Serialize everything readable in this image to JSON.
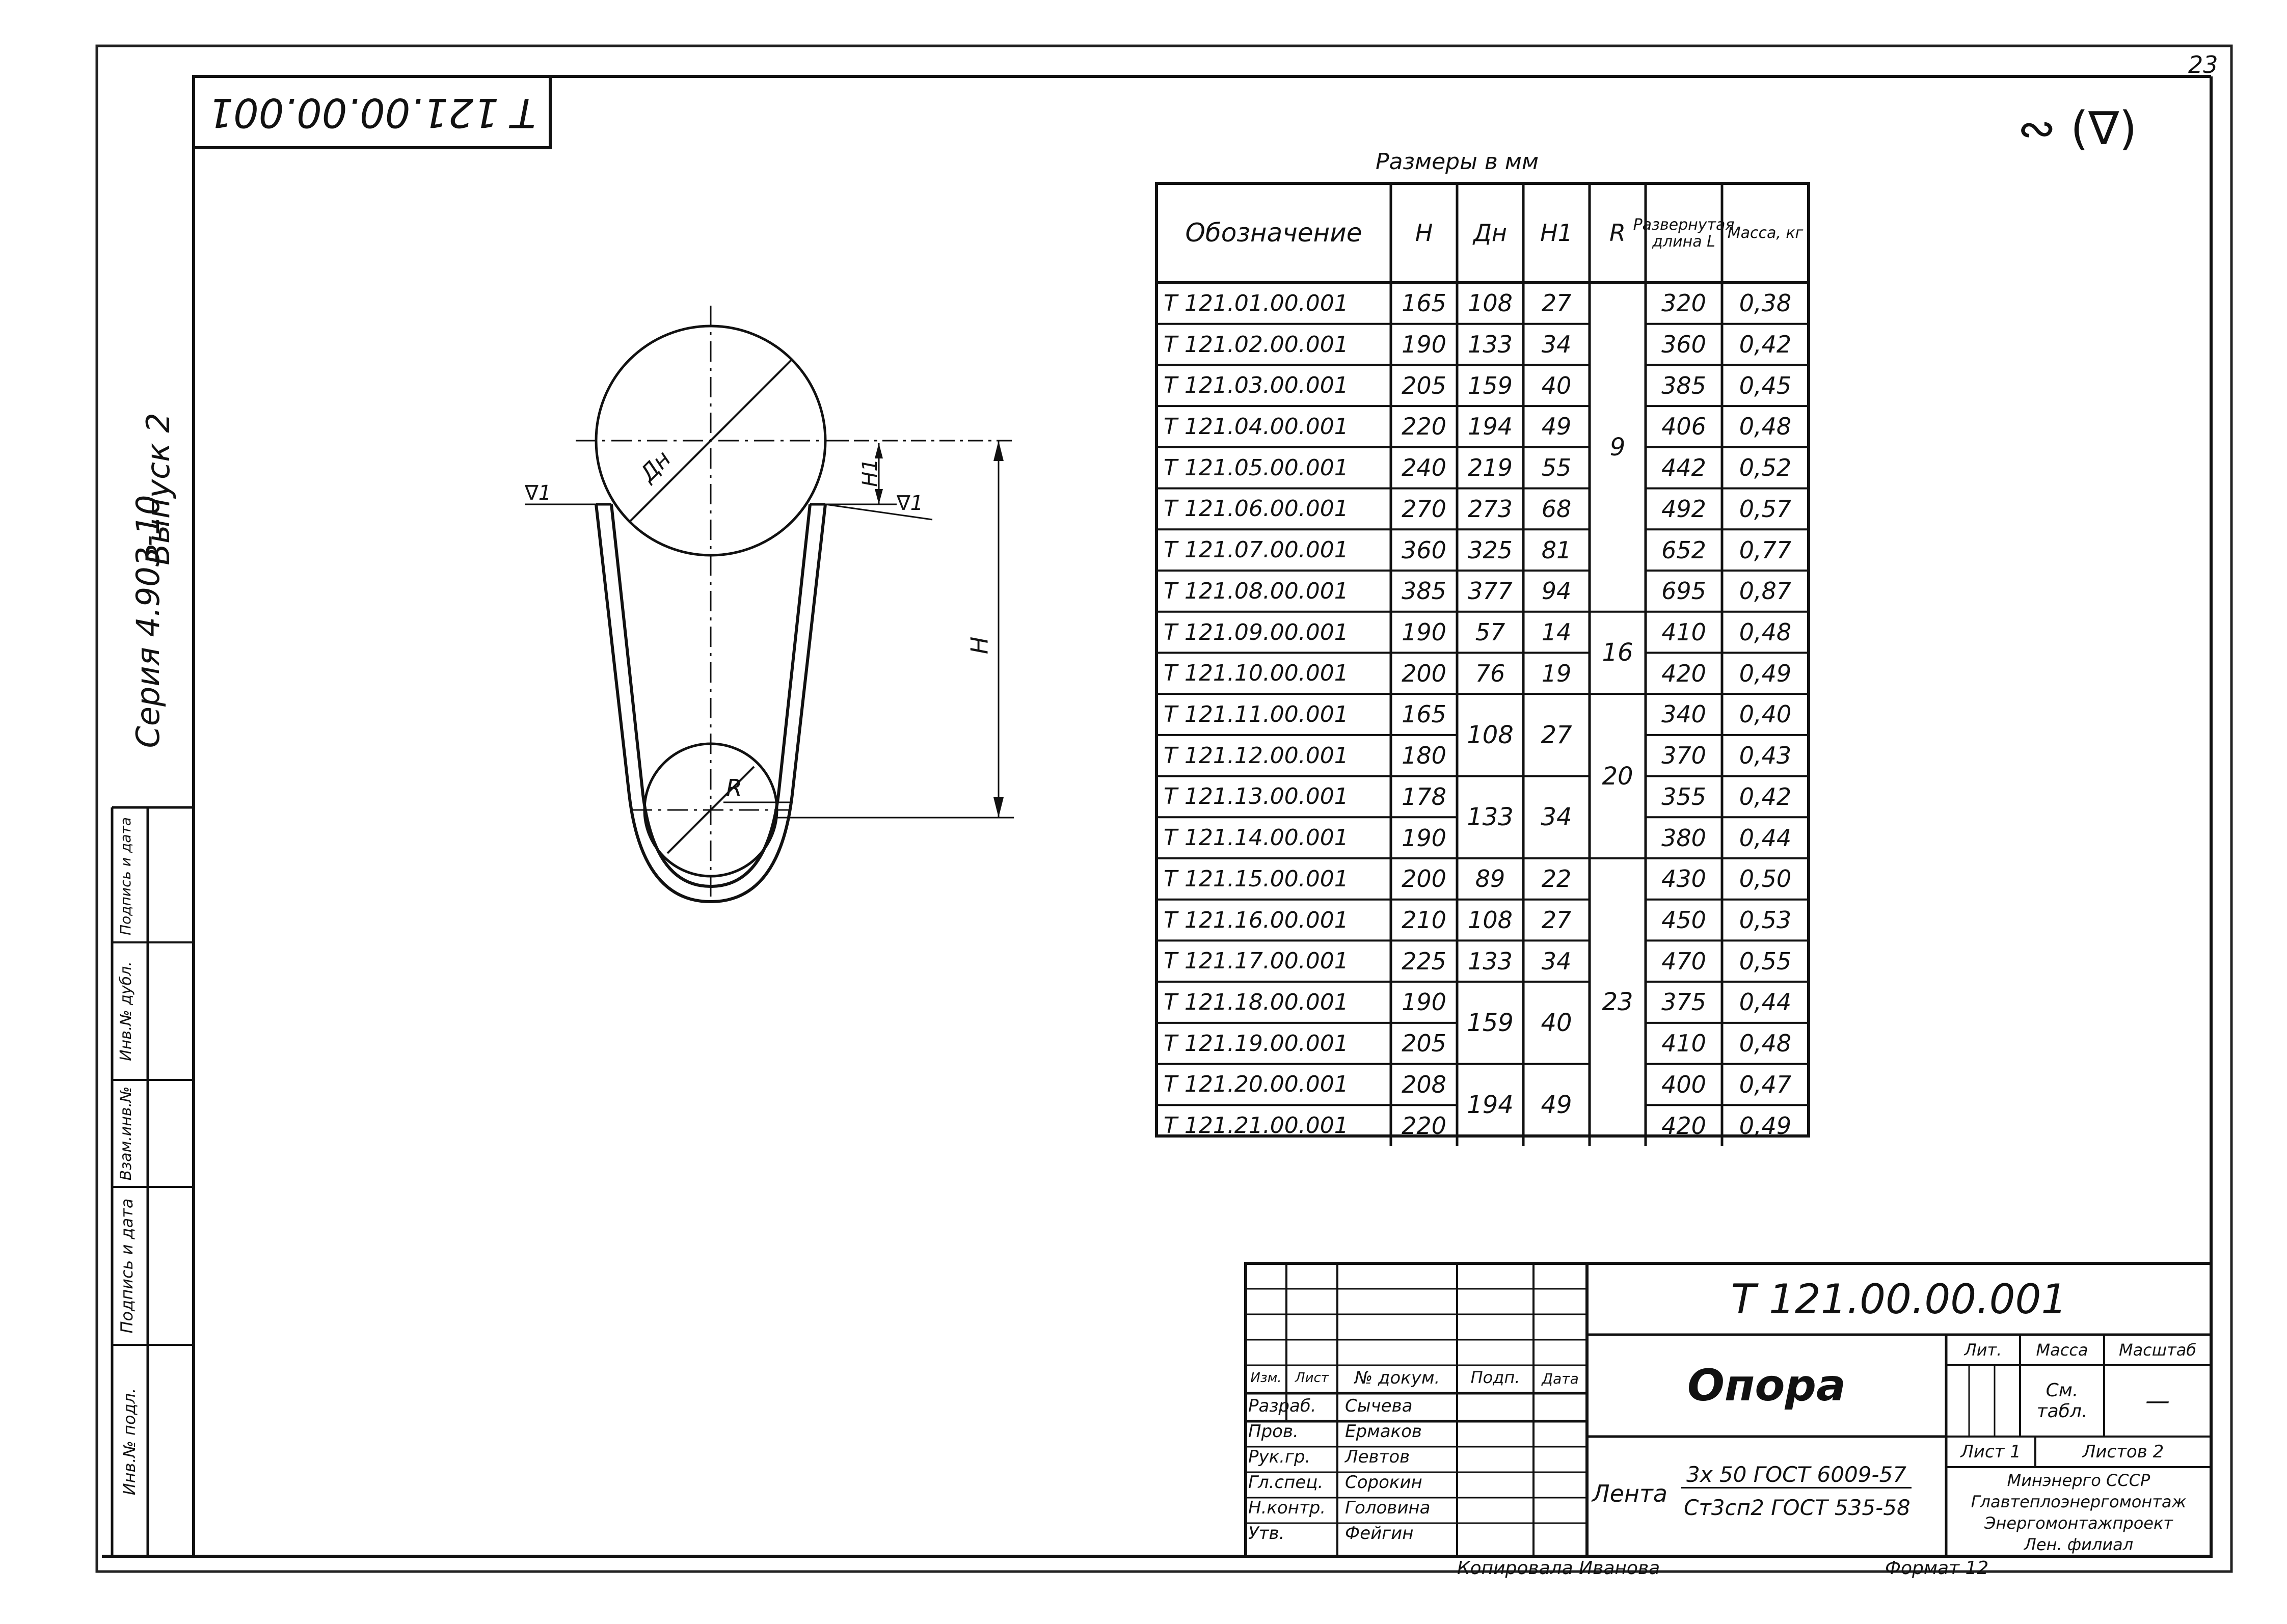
{
  "sheet_number": "23",
  "rotated_code": "Т 121.00.00.001",
  "roughness_mark": "∾ (∇)",
  "side_labels": {
    "series": "Серия 4.903-10",
    "issue": "Выпуск 2"
  },
  "side_stamp_columns": [
    "Инв.№ подл.",
    "Подпись и дата",
    "Взам.инв.№",
    "Инв.№ дубл.",
    "Подпись и дата"
  ],
  "drawing_labels": {
    "dn": "Дн",
    "h1": "Н1",
    "h": "Н",
    "r": "R",
    "roughness_left": "∇1",
    "roughness_right": "∇1"
  },
  "table": {
    "caption": "Размеры в мм",
    "headers": [
      "Обозначение",
      "Н",
      "Дн",
      "Н1",
      "R",
      "Развернутая длина L",
      "Масса, кг"
    ],
    "rows": [
      {
        "code": "Т 121.01.00.001",
        "H": "165",
        "Dn": "108",
        "H1": "27",
        "L": "320",
        "mass": "0,38"
      },
      {
        "code": "Т 121.02.00.001",
        "H": "190",
        "Dn": "133",
        "H1": "34",
        "L": "360",
        "mass": "0,42"
      },
      {
        "code": "Т 121.03.00.001",
        "H": "205",
        "Dn": "159",
        "H1": "40",
        "L": "385",
        "mass": "0,45"
      },
      {
        "code": "Т 121.04.00.001",
        "H": "220",
        "Dn": "194",
        "H1": "49",
        "L": "406",
        "mass": "0,48"
      },
      {
        "code": "Т 121.05.00.001",
        "H": "240",
        "Dn": "219",
        "H1": "55",
        "L": "442",
        "mass": "0,52"
      },
      {
        "code": "Т 121.06.00.001",
        "H": "270",
        "Dn": "273",
        "H1": "68",
        "L": "492",
        "mass": "0,57"
      },
      {
        "code": "Т 121.07.00.001",
        "H": "360",
        "Dn": "325",
        "H1": "81",
        "L": "652",
        "mass": "0,77"
      },
      {
        "code": "Т 121.08.00.001",
        "H": "385",
        "Dn": "377",
        "H1": "94",
        "L": "695",
        "mass": "0,87"
      },
      {
        "code": "Т 121.09.00.001",
        "H": "190",
        "Dn": "57",
        "H1": "14",
        "L": "410",
        "mass": "0,48"
      },
      {
        "code": "Т 121.10.00.001",
        "H": "200",
        "Dn": "76",
        "H1": "19",
        "L": "420",
        "mass": "0,49"
      },
      {
        "code": "Т 121.11.00.001",
        "H": "165",
        "L": "340",
        "mass": "0,40"
      },
      {
        "code": "Т 121.12.00.001",
        "H": "180",
        "L": "370",
        "mass": "0,43"
      },
      {
        "code": "Т 121.13.00.001",
        "H": "178",
        "L": "355",
        "mass": "0,42"
      },
      {
        "code": "Т 121.14.00.001",
        "H": "190",
        "L": "380",
        "mass": "0,44"
      },
      {
        "code": "Т 121.15.00.001",
        "H": "200",
        "Dn": "89",
        "H1": "22",
        "L": "430",
        "mass": "0,50"
      },
      {
        "code": "Т 121.16.00.001",
        "H": "210",
        "Dn": "108",
        "H1": "27",
        "L": "450",
        "mass": "0,53"
      },
      {
        "code": "Т 121.17.00.001",
        "H": "225",
        "Dn": "133",
        "H1": "34",
        "L": "470",
        "mass": "0,55"
      },
      {
        "code": "Т 121.18.00.001",
        "H": "190",
        "L": "375",
        "mass": "0,44"
      },
      {
        "code": "Т 121.19.00.001",
        "H": "205",
        "L": "410",
        "mass": "0,48"
      },
      {
        "code": "Т 121.20.00.001",
        "H": "208",
        "L": "400",
        "mass": "0,47"
      },
      {
        "code": "Т 121.21.00.001",
        "H": "220",
        "L": "420",
        "mass": "0,49"
      }
    ],
    "merged": [
      {
        "col": "Dn",
        "row_start": 10,
        "row_end": 11,
        "value": "108"
      },
      {
        "col": "H1",
        "row_start": 10,
        "row_end": 11,
        "value": "27"
      },
      {
        "col": "Dn",
        "row_start": 12,
        "row_end": 13,
        "value": "133"
      },
      {
        "col": "H1",
        "row_start": 12,
        "row_end": 13,
        "value": "34"
      },
      {
        "col": "Dn",
        "row_start": 17,
        "row_end": 18,
        "value": "159"
      },
      {
        "col": "H1",
        "row_start": 17,
        "row_end": 18,
        "value": "40"
      },
      {
        "col": "Dn",
        "row_start": 19,
        "row_end": 20,
        "value": "194"
      },
      {
        "col": "H1",
        "row_start": 19,
        "row_end": 20,
        "value": "49"
      },
      {
        "col": "R",
        "row_start": 0,
        "row_end": 7,
        "value": "9"
      },
      {
        "col": "R",
        "row_start": 8,
        "row_end": 9,
        "value": "16"
      },
      {
        "col": "R",
        "row_start": 10,
        "row_end": 13,
        "value": "20"
      },
      {
        "col": "R",
        "row_start": 14,
        "row_end": 20,
        "value": "23"
      }
    ]
  },
  "title_block": {
    "designation": "Т 121.00.00.001",
    "name": "Опора",
    "material_prefix": "Лента",
    "material_line1": "3х 50 ГОСТ 6009-57",
    "material_line2": "Ст3сп2 ГОСТ 535-58",
    "column_headers": [
      "Изм.",
      "Лист",
      "№ докум.",
      "Подп.",
      "Дата"
    ],
    "staff": [
      {
        "role": "Разраб.",
        "name": "Сычева"
      },
      {
        "role": "Пров.",
        "name": "Ермаков"
      },
      {
        "role": "Рук.гр.",
        "name": "Левтов"
      },
      {
        "role": "Гл.спец.",
        "name": "Сорокин"
      },
      {
        "role": "Н.контр.",
        "name": "Головина"
      },
      {
        "role": "Утв.",
        "name": "Фейгин"
      }
    ],
    "lit_label": "Лит.",
    "mass_label": "Масса",
    "scale_label": "Масштаб",
    "mass_value": "См. табл.",
    "scale_value": "—",
    "sheet_label": "Лист 1",
    "sheets_label": "Листов 2",
    "org_lines": [
      "Минэнерго СССР",
      "Главтеплоэнергомонтаж",
      "Энергомонтажпроект",
      "Лен. филиал"
    ],
    "copied_by": "Копировала Иванова",
    "format": "Формат 12"
  }
}
